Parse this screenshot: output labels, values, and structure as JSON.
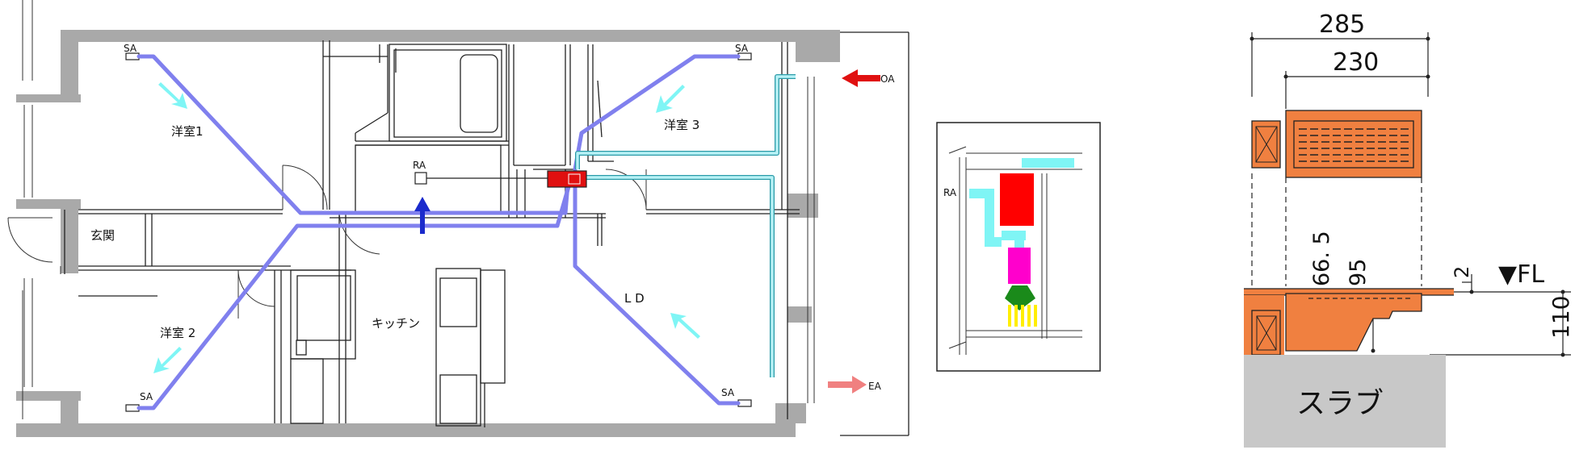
{
  "plan": {
    "rooms": {
      "bedroom1": "洋室1",
      "bedroom2": "洋室 2",
      "bedroom3": "洋室 3",
      "entrance": "玄関",
      "kitchen": "キッチン",
      "living": "L D"
    },
    "labels": {
      "sa": "SA",
      "ra": "RA",
      "oa": "OA",
      "ea": "EA"
    },
    "colors": {
      "supply_duct": "#8080ee",
      "exchange_duct": "#2a9aa8",
      "unit": "#e01010",
      "flow_arrow": "#7ff5f5",
      "oa_arrow": "#e01010",
      "ea_arrow": "#f08080",
      "ra_arrow": "#1a2acc"
    }
  },
  "detail": {
    "ra_label": "RA",
    "colors": {
      "unit": "#ff0000",
      "fan": "#ff00cc",
      "grille": "#1a8a1a",
      "outlet": "#ffee00"
    }
  },
  "section": {
    "dims": {
      "outer_width": "285",
      "inner_width": "230",
      "h1": "66. 5",
      "h2": "95",
      "gap": "2",
      "height": "110"
    },
    "fl_label": "▼FL",
    "slab_label": "スラブ",
    "colors": {
      "grille": "#f08040",
      "slab": "#c8c8c8"
    }
  }
}
